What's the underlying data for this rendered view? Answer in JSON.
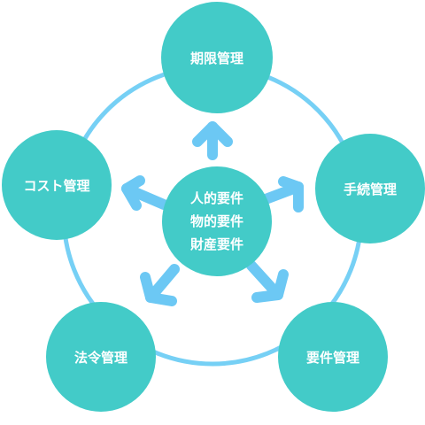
{
  "diagram": {
    "center": {
      "lines": [
        "人的要件",
        "物的要件",
        "財産要件"
      ]
    },
    "nodes": [
      {
        "label": "期限管理"
      },
      {
        "label": "手続管理"
      },
      {
        "label": "要件管理"
      },
      {
        "label": "法令管理"
      },
      {
        "label": "コスト管理"
      }
    ]
  },
  "colors": {
    "node_fill": "#43cbc8",
    "ring": "#76d0f5",
    "arrow": "#6cc8f4",
    "text": "#ffffff"
  },
  "icons": {
    "arrow": "arrow-icon"
  }
}
